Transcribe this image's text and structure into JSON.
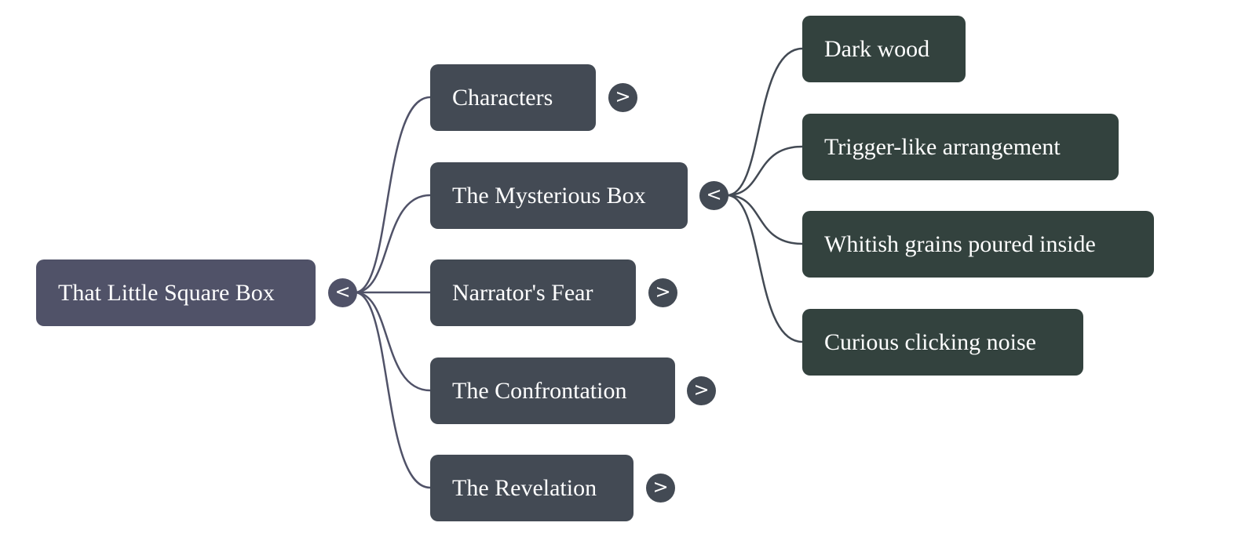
{
  "mindmap": {
    "root": {
      "label": "That Little Square Box",
      "toggle": "<",
      "expanded": true,
      "color": "#505268"
    },
    "branch_color": "#434a54",
    "leaf_color": "#33423e",
    "link_colors": {
      "root": "#505268",
      "branch": "#434a54"
    },
    "children": [
      {
        "label": "Characters",
        "toggle": ">",
        "expanded": false
      },
      {
        "label": "The Mysterious Box",
        "toggle": "<",
        "expanded": true,
        "children": [
          {
            "label": "Dark wood"
          },
          {
            "label": "Trigger-like arrangement"
          },
          {
            "label": "Whitish grains poured inside"
          },
          {
            "label": "Curious clicking noise"
          }
        ]
      },
      {
        "label": "Narrator's Fear",
        "toggle": ">",
        "expanded": false
      },
      {
        "label": "The Confrontation",
        "toggle": ">",
        "expanded": false
      },
      {
        "label": "The Revelation",
        "toggle": ">",
        "expanded": false
      }
    ]
  }
}
